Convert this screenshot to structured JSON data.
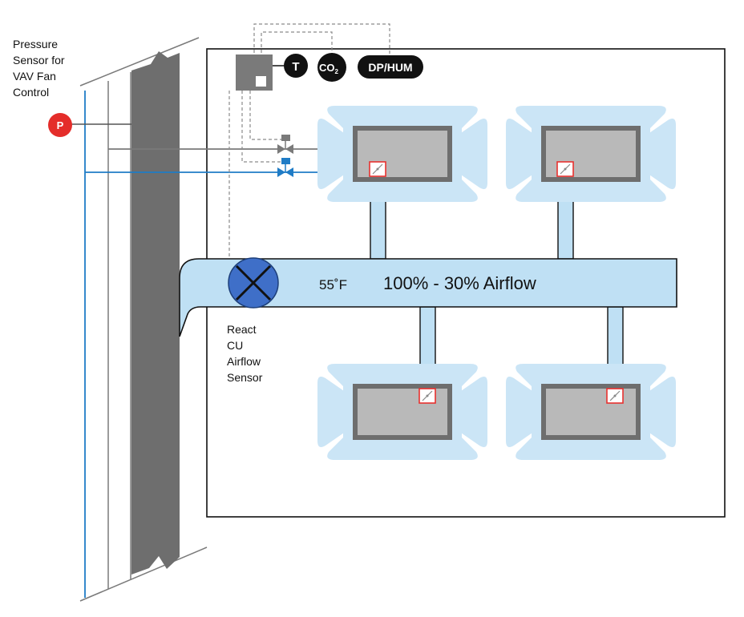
{
  "pressure_sensor": {
    "lines": [
      "Pressure",
      "Sensor for",
      "VAV Fan",
      "Control"
    ],
    "badge": "P"
  },
  "sensors": {
    "temp": "T",
    "co2_main": "CO",
    "co2_sub": "2",
    "dphum": "DP/HUM"
  },
  "duct": {
    "temperature": "55˚F",
    "airflow": "100% - 30% Airflow"
  },
  "airflow_sensor": {
    "lines": [
      "React",
      "CU",
      "Airflow",
      "Sensor"
    ]
  },
  "colors": {
    "wall": "#6e6e6e",
    "duct": "#bfe0f4",
    "diffuser": "#cbe5f6",
    "diffuser_body": "#b9b9b9",
    "damper_red": "#e8312f",
    "sensor_red": "#e42d2a",
    "valve_blue": "#1f7cc6",
    "fan_blue": "#3f6fc8",
    "black": "#111111",
    "line_gray": "#8a8a8a"
  }
}
